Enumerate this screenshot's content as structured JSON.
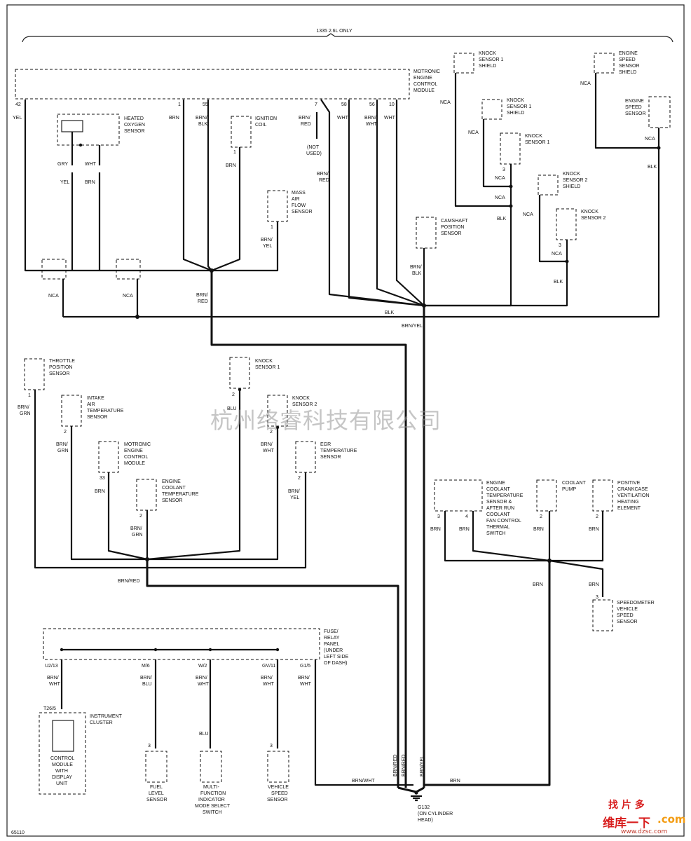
{
  "header": {
    "scope_label": "1335 2.6L ONLY"
  },
  "figure_id": "65110",
  "watermark": "杭州络睿科技有限公司",
  "site_badge": {
    "line1": "找 片 多",
    "line2": "维库一下",
    "line3": "www.dzsc.com",
    "line4": ".com"
  },
  "components": {
    "ecm_top": [
      "MOTRONIC",
      "ENGINE",
      "CONTROL",
      "MODULE"
    ],
    "ho2s": [
      "HEATED",
      "OXYGEN",
      "SENSOR"
    ],
    "ign_coil": [
      "IGNITION",
      "COIL"
    ],
    "maf": [
      "MASS",
      "AIR",
      "FLOW",
      "SENSOR"
    ],
    "ks1_shield_a": [
      "KNOCK",
      "SENSOR 1",
      "SHIELD"
    ],
    "ks1_shield_b": [
      "KNOCK",
      "SENSOR 1",
      "SHIELD"
    ],
    "ks1_top": [
      "KNOCK",
      "SENSOR 1"
    ],
    "ks2_shield": [
      "KNOCK",
      "SENSOR 2",
      "SHIELD"
    ],
    "ks2_top": [
      "KNOCK",
      "SENSOR 2"
    ],
    "ess_shield": [
      "ENGINE",
      "SPEED",
      "SENSOR",
      "SHIELD"
    ],
    "ess": [
      "ENGINE",
      "SPEED",
      "SENSOR"
    ],
    "cmp": [
      "CAMSHAFT",
      "POSITION",
      "SENSOR"
    ],
    "tps": [
      "THROTTLE",
      "POSITION",
      "SENSOR"
    ],
    "iat": [
      "INTAKE",
      "AIR",
      "TEMPERATURE",
      "SENSOR"
    ],
    "ecm_mid": [
      "MOTRONIC",
      "ENGINE",
      "CONTROL",
      "MODULE"
    ],
    "ect": [
      "ENGINE",
      "COOLANT",
      "TEMPERATURE",
      "SENSOR"
    ],
    "ks1_mid": [
      "KNOCK",
      "SENSOR 1"
    ],
    "ks2_mid": [
      "KNOCK",
      "SENSOR 2"
    ],
    "egr": [
      "EGR",
      "TEMPERATURE",
      "SENSOR"
    ],
    "ect_switch": [
      "ENGINE",
      "COOLANT",
      "TEMPERATURE",
      "SENSOR &",
      "AFTER RUN",
      "COOLANT",
      "FAN CONTROL",
      "THERMAL",
      "SWITCH"
    ],
    "coolant_pump": [
      "COOLANT",
      "PUMP"
    ],
    "pcv": [
      "POSITIVE",
      "CRANKCASE",
      "VENTILATION",
      "HEATING",
      "ELEMENT"
    ],
    "vss_right": [
      "SPEEDOMETER",
      "VEHICLE",
      "SPEED",
      "SENSOR"
    ],
    "fuse_panel": [
      "FUSE/",
      "RELAY",
      "PANEL",
      "(UNDER",
      "LEFT SIDE",
      "OF DASH)"
    ],
    "cluster": [
      "INSTRUMENT",
      "CLUSTER"
    ],
    "cluster_module": [
      "CONTROL",
      "MODULE",
      "WITH",
      "DISPLAY",
      "UNIT"
    ],
    "fuel_level": [
      "FUEL",
      "LEVEL",
      "SENSOR"
    ],
    "mfi": [
      "MULTI-",
      "FUNCTION",
      "INDICATOR",
      "MODE SELECT",
      "SWITCH"
    ],
    "vss_bottom": [
      "VEHICLE",
      "SPEED",
      "SENSOR"
    ],
    "ground": [
      "G132",
      "(ON CYLINDER",
      "HEAD)"
    ]
  },
  "pins": {
    "ecm_42": "42",
    "ecm_1": "1",
    "ecm_55": "55",
    "ecm_7": "7",
    "ecm_58": "58",
    "ecm_56": "56",
    "ecm_10": "10",
    "coil_1": "1",
    "maf_1": "1",
    "ks1_3": "3",
    "ks2_3": "3",
    "tps_1": "1",
    "iat_2": "2",
    "ecm_33": "33",
    "ect_2": "2",
    "ks1m_2": "2",
    "ks2m_2": "2",
    "egr_2": "2",
    "sw_3": "3",
    "sw_4": "4",
    "pump_2": "2",
    "pcv_2": "2",
    "vss_3": "3",
    "u2_13": "U2/13",
    "m_6": "M/6",
    "w_2": "W/2",
    "gv_11": "GV/11",
    "g_15": "G1/5",
    "t26_5": "T26/5",
    "fuel_3": "3",
    "vssb_3": "3"
  },
  "wires": {
    "yel": "YEL",
    "brn": "BRN",
    "brn_blk": "BRN/\nBLK",
    "brn_red": "BRN/\nRED",
    "wht": "WHT",
    "brn_wht": "BRN/\nWHT",
    "gry": "GRY",
    "blk": "BLK",
    "nca": "NCA",
    "brn_yel": "BRN/YEL",
    "brn_red_flat": "BRN/RED",
    "brn_grn": "BRN/\nGRN",
    "blu": "BLU",
    "brn_blu": "BRN/\nBLU",
    "brn_wht_flat": "BRN/WHT",
    "not_used": "(NOT\nUSED)"
  }
}
